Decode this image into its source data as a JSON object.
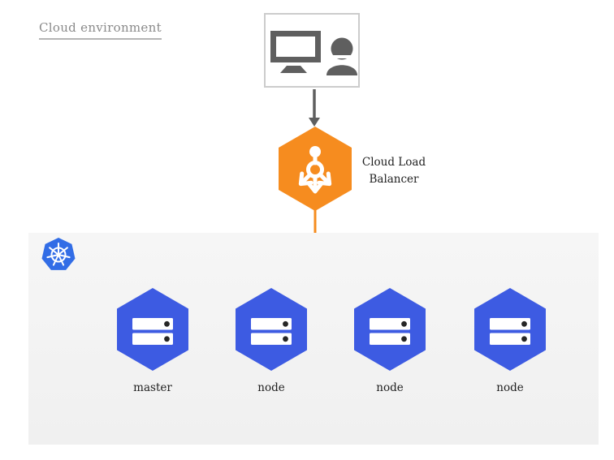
{
  "page": {
    "title": "Cloud environment"
  },
  "user_entry": {
    "icon": "workstation-user-icon"
  },
  "load_balancer": {
    "label": "Cloud Load Balancer",
    "icon": "load-balancer-icon",
    "color": "#F68C1F"
  },
  "connections": {
    "color": "#F68C1F",
    "user_to_lb_color": "#5F5F5F"
  },
  "cluster": {
    "icon": "kubernetes-icon",
    "icon_color": "#326DE6",
    "node_color": "#3D5BE2",
    "nodes": [
      {
        "label": "master",
        "icon": "server-icon"
      },
      {
        "label": "node",
        "icon": "server-icon"
      },
      {
        "label": "node",
        "icon": "server-icon"
      },
      {
        "label": "node",
        "icon": "server-icon"
      }
    ]
  }
}
